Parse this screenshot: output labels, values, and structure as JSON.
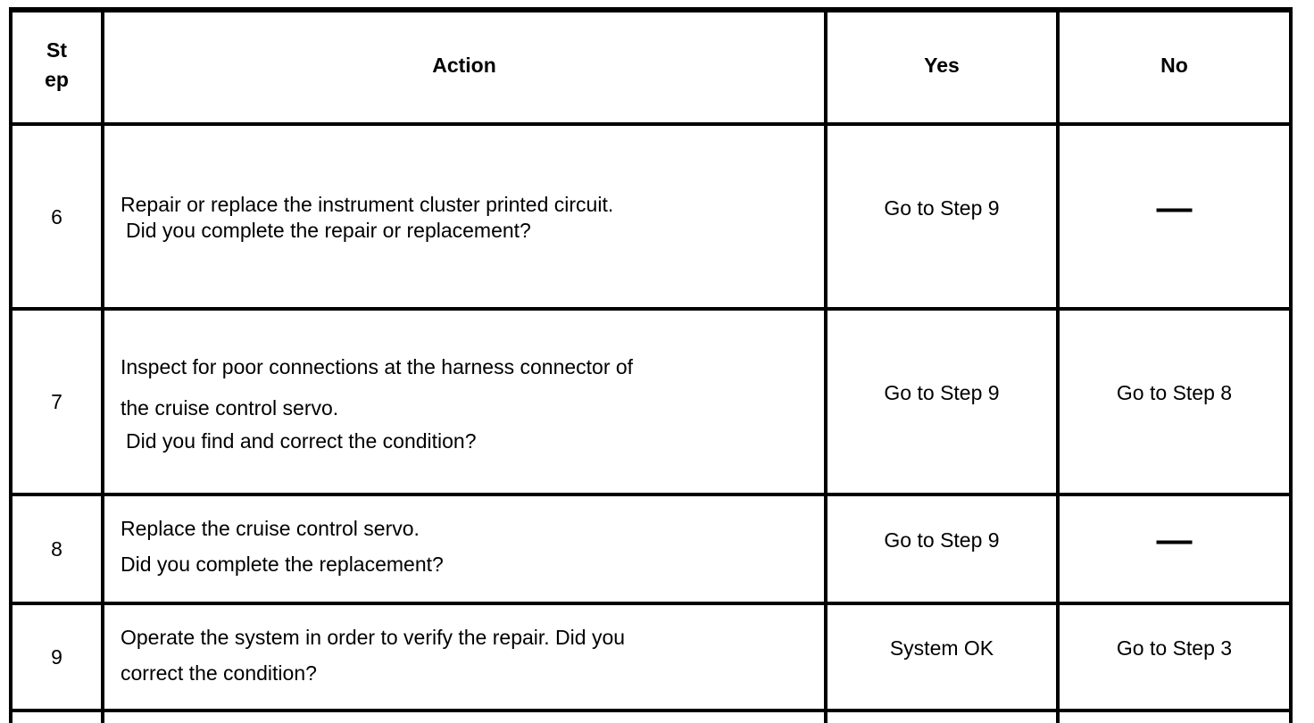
{
  "colors": {
    "background": "#ffffff",
    "text": "#000000",
    "border": "#000000"
  },
  "table": {
    "columns": [
      {
        "label": "St\nep"
      },
      {
        "label": "Action"
      },
      {
        "label": "Yes"
      },
      {
        "label": "No"
      }
    ],
    "rows": [
      {
        "step": "6",
        "action_main": "Repair or replace the instrument cluster printed circuit.",
        "action_question": "Did you complete the repair or replacement?",
        "yes": "Go to Step 9",
        "no": "—"
      },
      {
        "step": "7",
        "action_main": "Inspect for poor connections at the harness connector of\nthe cruise control servo.",
        "action_question": "Did you find and correct the condition?",
        "yes": "Go to Step 9",
        "no": "Go to Step 8"
      },
      {
        "step": "8",
        "action_main": "Replace the cruise control servo.\nDid you complete the replacement?",
        "action_question": "",
        "yes": "Go to Step 9",
        "no": "—"
      },
      {
        "step": "9",
        "action_main": "Operate the system in order to verify the repair. Did you\ncorrect the condition?",
        "action_question": "",
        "yes": "System OK",
        "no": "Go to Step 3"
      }
    ]
  }
}
